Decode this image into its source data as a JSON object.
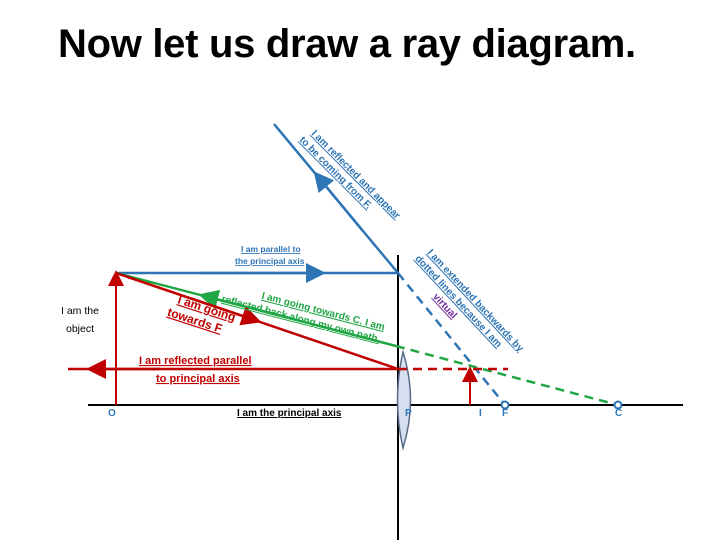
{
  "title": "Now let us draw a ray diagram.",
  "colors": {
    "blue": "#2e75b6",
    "red": "#c00000",
    "green": "#21a645",
    "purple": "#7030a0",
    "black": "#000000",
    "mirror_fill": "#d6dff0"
  },
  "labels": {
    "object_line1": "I am the",
    "object_line2": "object",
    "point_o": "O",
    "point_p": "P",
    "point_i": "I",
    "point_f": "F",
    "point_c": "C",
    "principal_axis": "I am the principal axis",
    "parallel_line1": "I am parallel to",
    "parallel_line2": "the principal axis",
    "reflected_appear_line1": "I am reflected and appear",
    "reflected_appear_line2": "to be coming from F.",
    "towards_c_line1": "I am going towards C. I am",
    "towards_c_line2": "reflected back along my own path.",
    "going_f_line1": "I am going",
    "going_f_line2": "towards F",
    "reflected_parallel_line1": "I am reflected parallel",
    "reflected_parallel_line2": "to principal axis",
    "extended_line1": "I am extended backwards by",
    "extended_line2": "dotted lines because I am",
    "extended_line3": "virtual"
  }
}
